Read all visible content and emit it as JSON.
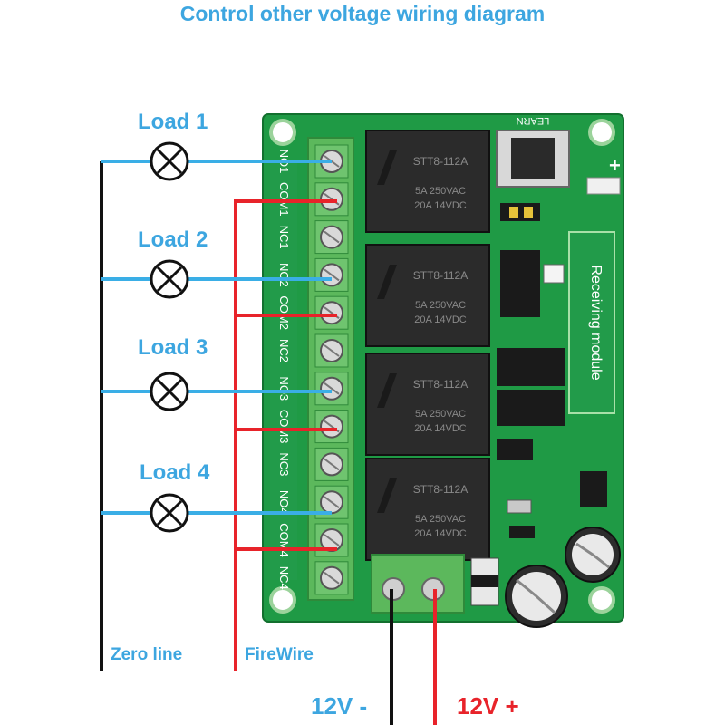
{
  "title": "Control other voltage wiring diagram",
  "loads": [
    {
      "label": "Load 1"
    },
    {
      "label": "Load 2"
    },
    {
      "label": "Load 3"
    },
    {
      "label": "Load 4"
    }
  ],
  "wires": {
    "zero_line": "Zero line",
    "fire_wire": "FireWire",
    "power_negative": "12V -",
    "power_positive": "12V +"
  },
  "board": {
    "learn_label": "LEARN",
    "module_label": "Receiving module",
    "relay_model": "STT8-112A",
    "relay_rating_1": "5A 250VAC",
    "relay_rating_2": "20A 14VDC",
    "terminals": [
      "NO1",
      "COM1",
      "NC1",
      "NO2",
      "COM2",
      "NC2",
      "NO3",
      "COM3",
      "NC3",
      "NO4",
      "COM4",
      "NC4"
    ]
  },
  "colors": {
    "title": "#3da6e0",
    "neutral_wire": "#111111",
    "live_wire": "#e8232a",
    "load_wire": "#3aaee6",
    "pcb": "#1f9a45",
    "terminal": "#5cb85c",
    "relay": "#2b2b2b"
  }
}
